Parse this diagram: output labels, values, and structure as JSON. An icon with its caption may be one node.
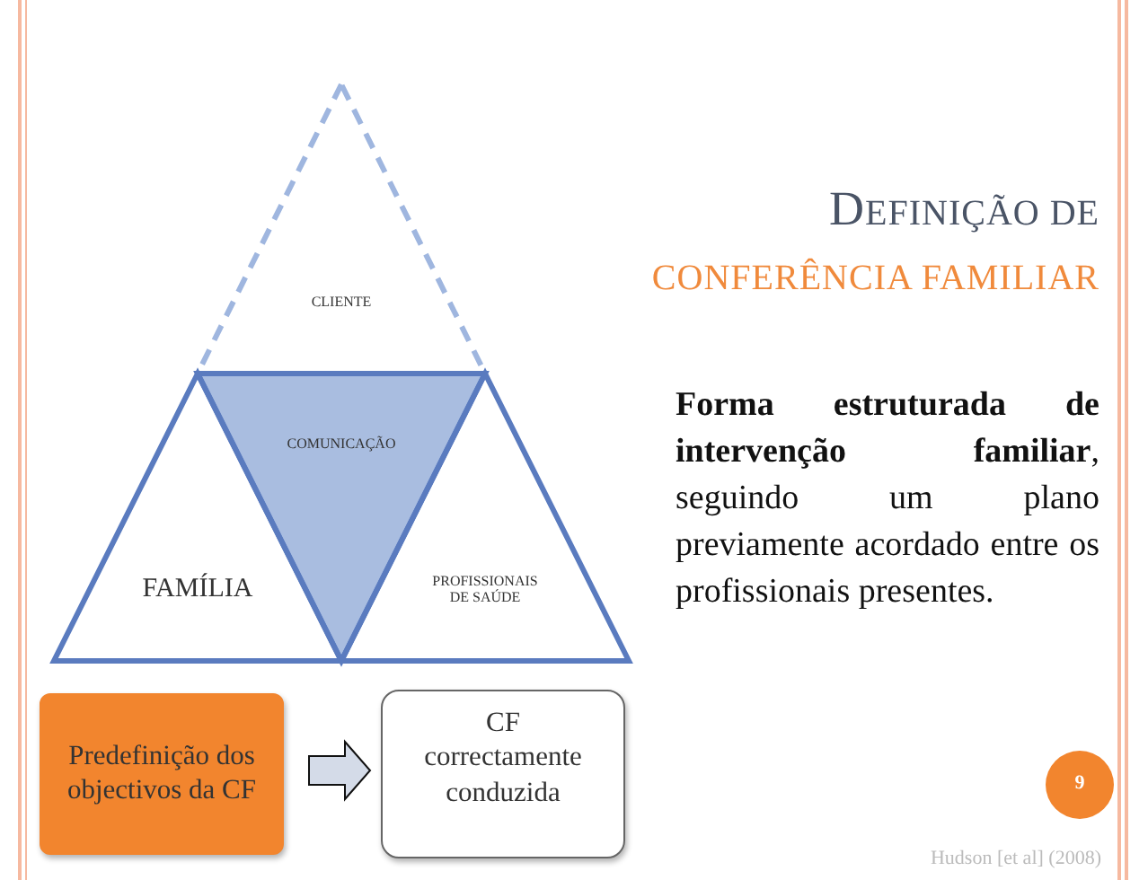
{
  "diagram": {
    "title": "DEFINIÇÃO DE CONFERÊNCIA FAMILIAR",
    "nodes": [
      {
        "text": [
          "CLIENTE"
        ]
      },
      {
        "text": [
          "COMUNICAÇÃO"
        ]
      },
      {
        "text": [
          "FAMÍLIA"
        ]
      },
      {
        "text": [
          "PROFISSIONAIS DE SAÚDE"
        ]
      },
      {
        "text": [
          "Predefinição dos objectivos da CF"
        ]
      },
      {
        "text": [
          "CF correctamente conduzida"
        ]
      },
      {
        "text": [
          "9"
        ]
      }
    ],
    "edges": [
      {
        "from": 4,
        "to": 5,
        "arrow": "to"
      }
    ],
    "labels": [
      "**Forma estruturada de intervenção familiar**, seguindo um plano previamente acordado entre os profissionais presentes.",
      "Hudson [et al] (2008)"
    ]
  }
}
